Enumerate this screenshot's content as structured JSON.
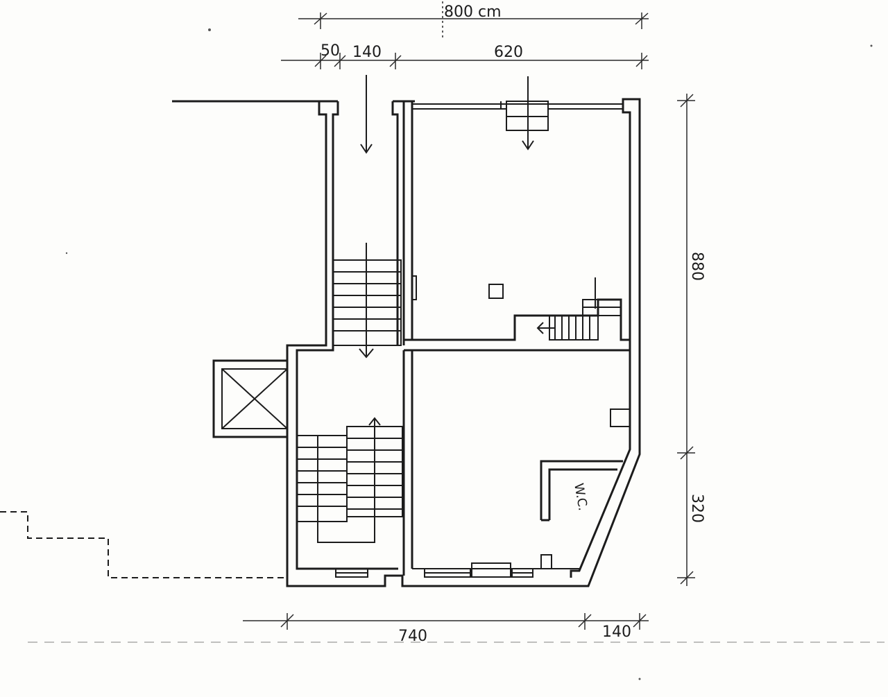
{
  "dimensions": {
    "top_total": "800 cm",
    "top_50": "50",
    "top_140": "140",
    "top_620": "620",
    "right_880": "880",
    "right_320": "320",
    "bottom_740": "740",
    "bottom_140": "140"
  },
  "rooms": {
    "wc_label": "W.C."
  },
  "colors": {
    "ink": "#1c1c1c",
    "paper": "#fdfdfb"
  }
}
